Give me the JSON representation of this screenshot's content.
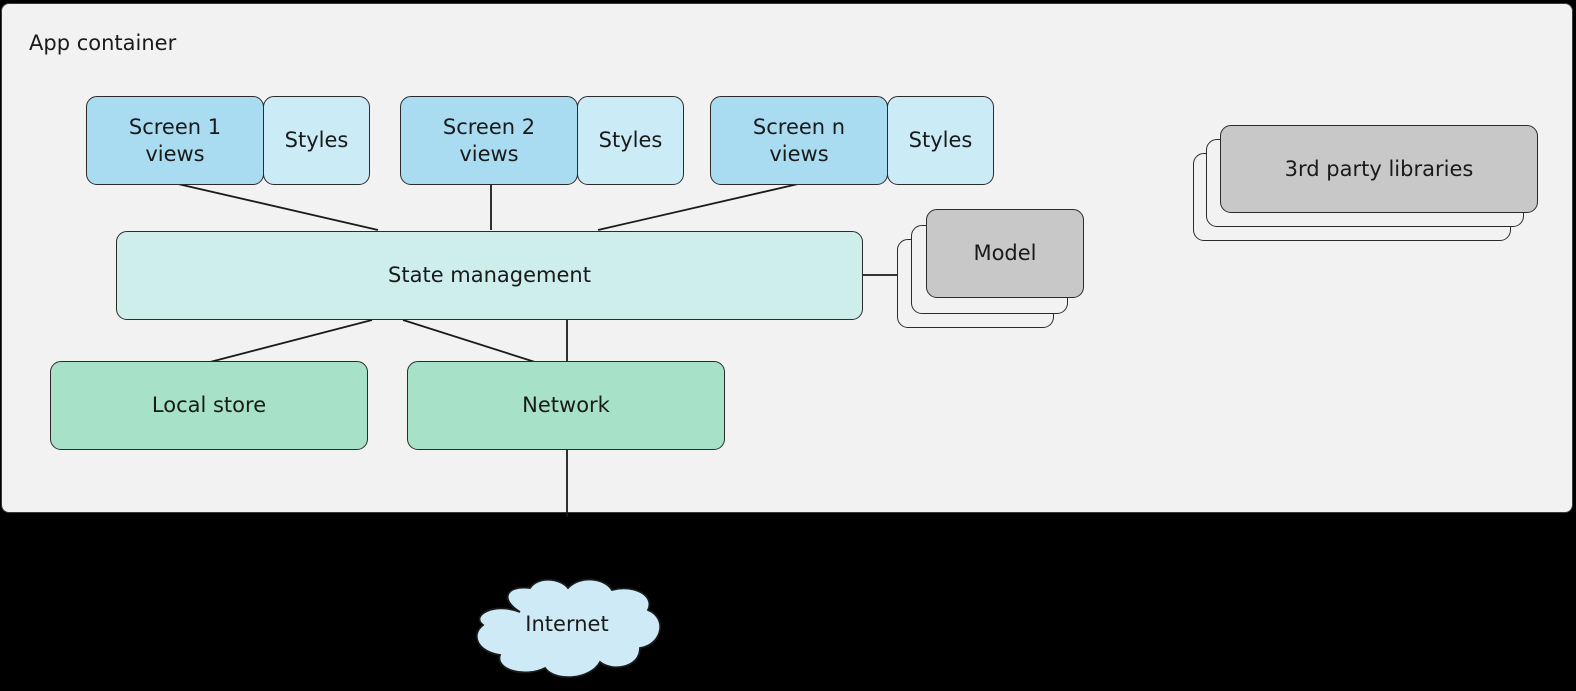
{
  "container": {
    "label": "App container"
  },
  "screens": [
    {
      "view_label": "Screen 1\nviews",
      "styles_label": "Styles"
    },
    {
      "view_label": "Screen 2\nviews",
      "styles_label": "Styles"
    },
    {
      "view_label": "Screen n\nviews",
      "styles_label": "Styles"
    }
  ],
  "state_management": {
    "label": "State management"
  },
  "model": {
    "label": "Model"
  },
  "libraries": {
    "label": "3rd party libraries"
  },
  "local_store": {
    "label": "Local store"
  },
  "network": {
    "label": "Network"
  },
  "internet": {
    "label": "Internet"
  },
  "colors": {
    "screen_views": "#a9dcf1",
    "styles": "#cbebf7",
    "state_management": "#cdeeea",
    "data_nodes": "#a7e1c8",
    "stacked_grey": "#c8c8c8",
    "container": "#f2f2f2",
    "cloud": "#cfeaf7",
    "background": "#000000"
  }
}
